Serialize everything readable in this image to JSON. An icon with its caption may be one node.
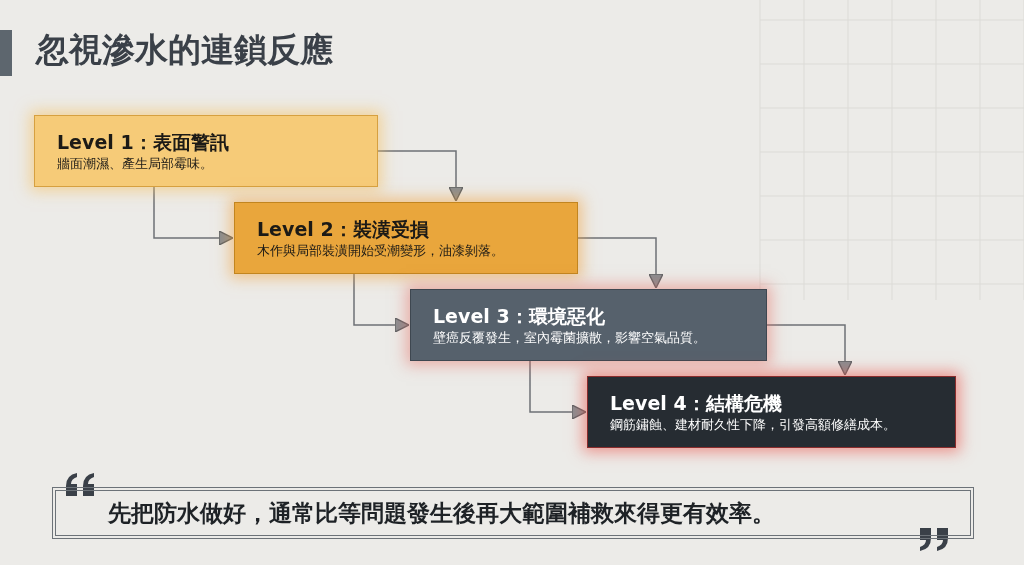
{
  "diagram": {
    "title": "忽視滲水的連鎖反應",
    "nodes": [
      {
        "text": [
          "Level 1：表面警訊",
          "牆面潮濕、產生局部霉味。"
        ]
      },
      {
        "text": [
          "Level 2：裝潢受損",
          "木作與局部裝潢開始受潮變形，油漆剝落。"
        ]
      },
      {
        "text": [
          "Level 3：環境惡化",
          "壁癌反覆發生，室內霉菌擴散，影響空氣品質。"
        ]
      },
      {
        "text": [
          "Level 4：結構危機",
          "鋼筋鏽蝕、建材耐久性下降，引發高額修繕成本。"
        ]
      },
      {
        "text": [
          "先把防水做好，通常比等問題發生後再大範圍補救來得更有效率。"
        ]
      }
    ],
    "edges": [
      {
        "from": 0,
        "to": 1,
        "arrow": "to"
      },
      {
        "from": 0,
        "to": 1,
        "arrow": "to"
      },
      {
        "from": 1,
        "to": 2,
        "arrow": "to"
      },
      {
        "from": 1,
        "to": 2,
        "arrow": "to"
      },
      {
        "from": 2,
        "to": 3,
        "arrow": "to"
      },
      {
        "from": 2,
        "to": 3,
        "arrow": "to"
      }
    ]
  }
}
